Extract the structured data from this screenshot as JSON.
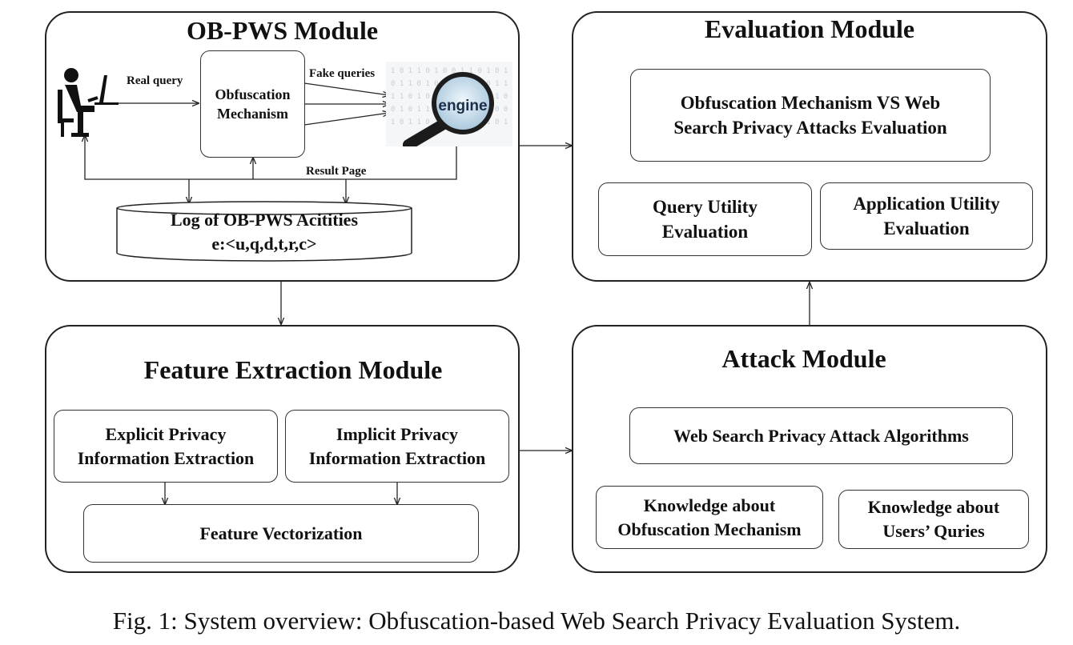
{
  "ob_pws": {
    "title": "OB-PWS Module",
    "real_query": "Real query",
    "fake_queries": "Fake queries",
    "obfuscation": "Obfuscation\nMechanism",
    "engine": "engine",
    "result_page": "Result Page",
    "log_line1": "Log of OB-PWS Acitities",
    "log_line2": "e:<u,q,d,t,r,c>"
  },
  "evaluation": {
    "title": "Evaluation Module",
    "vs_box": "Obfuscation Mechanism VS Web\nSearch Privacy Attacks Evaluation",
    "query_utility": "Query Utility\nEvaluation",
    "application_utility": "Application Utility\nEvaluation"
  },
  "feature": {
    "title": "Feature Extraction Module",
    "explicit": "Explicit Privacy\nInformation Extraction",
    "implicit": "Implicit Privacy\nInformation Extraction",
    "vectorization": "Feature Vectorization"
  },
  "attack": {
    "title": "Attack Module",
    "algorithms": "Web Search Privacy Attack Algorithms",
    "knowledge_obf": "Knowledge about\nObfuscation Mechanism",
    "knowledge_users": "Knowledge about\nUsers’ Quries"
  },
  "caption": "Fig. 1: System overview: Obfuscation-based Web Search Privacy Evaluation System."
}
